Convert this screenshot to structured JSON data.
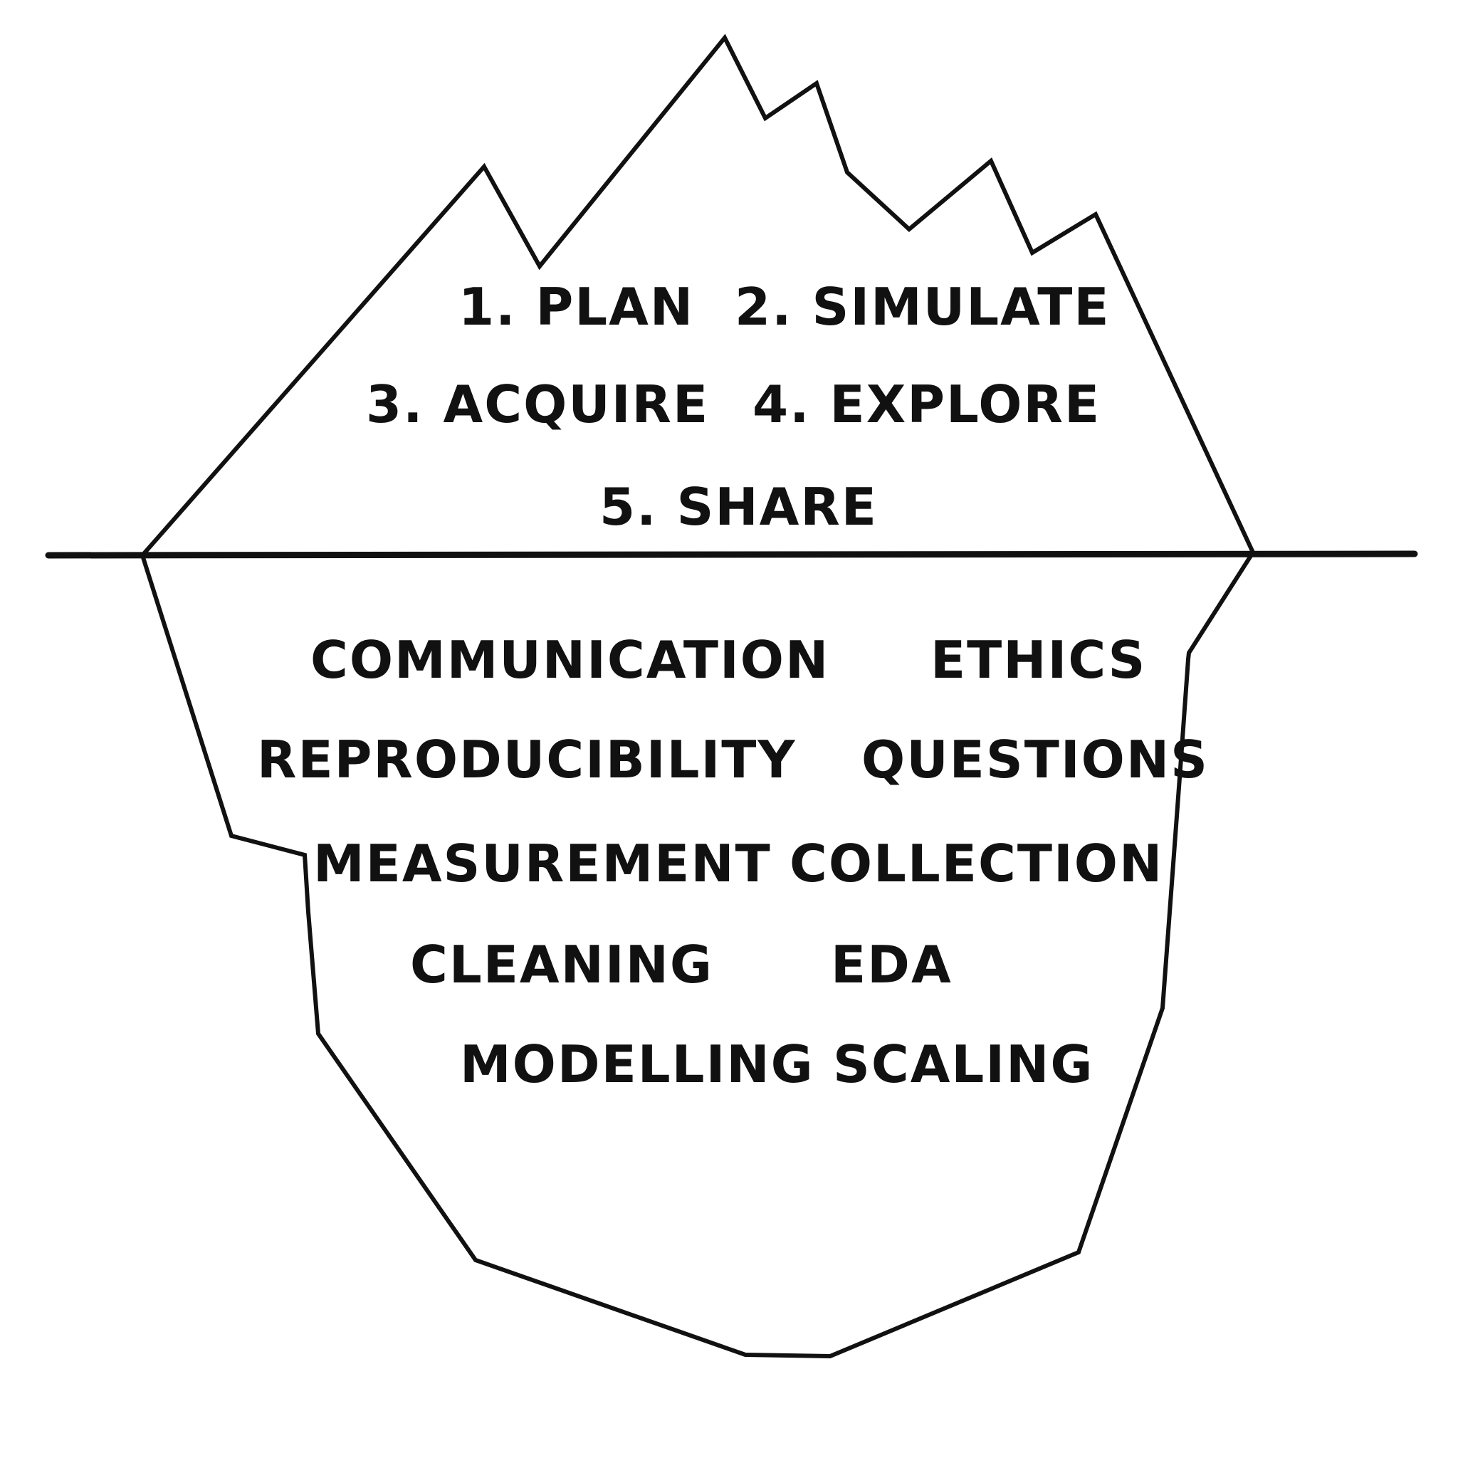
{
  "above_water": {
    "plan": "1. PLAN",
    "simulate": "2. SIMULATE",
    "acquire": "3. ACQUIRE",
    "explore": "4. EXPLORE",
    "share": "5. SHARE"
  },
  "below_water": {
    "communication": "COMMUNICATION",
    "ethics": "ETHICS",
    "reproducibility": "REPRODUCIBILITY",
    "questions": "QUESTIONS",
    "measurement": "MEASUREMENT",
    "collection": "COLLECTION",
    "cleaning": "CLEANING",
    "eda": "EDA",
    "modelling": "MODELLING",
    "scaling": "SCALING"
  },
  "colors": {
    "stroke": "#111111",
    "background": "#ffffff"
  }
}
